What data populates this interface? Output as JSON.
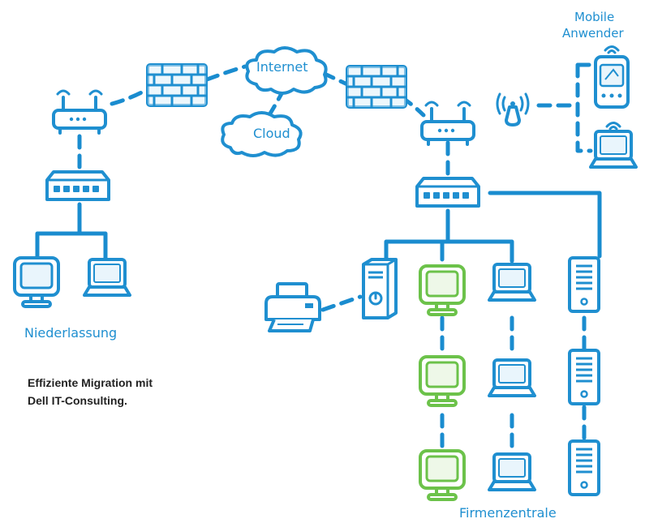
{
  "labels": {
    "internet": "Internet",
    "cloud": "Cloud",
    "mobile_line1": "Mobile",
    "mobile_line2": "Anwender",
    "branch": "Niederlassung",
    "hq": "Firmenzentrale"
  },
  "caption": {
    "line1": "Effiziente Migration mit",
    "line2": "Dell IT-Consulting."
  },
  "colors": {
    "line": "#1a8ccf",
    "device": "#1f8fd0",
    "device_fill": "#e9f5fc",
    "accent_green": "#6cc24a",
    "green_fill": "#eef8e8"
  },
  "icons": [
    "router-icon",
    "switch-icon",
    "firewall-icon",
    "cloud-icon",
    "monitor-icon",
    "laptop-icon",
    "tower-server-icon",
    "printer-icon",
    "smartphone-icon",
    "wireless-access-point-icon"
  ]
}
